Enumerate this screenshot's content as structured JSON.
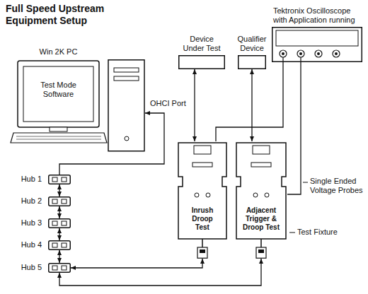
{
  "diagram": {
    "title": "Full Speed Upstream Equipment Setup",
    "nodes": [
      {
        "text": [
          "Win 2K PC",
          "Test Mode Software"
        ]
      },
      {
        "text": [
          "Device Under Test"
        ]
      },
      {
        "text": [
          "Qualifier Device"
        ]
      },
      {
        "text": [
          "Tektronix Oscilloscope with Application running"
        ]
      },
      {
        "text": [
          "Hub 1"
        ]
      },
      {
        "text": [
          "Hub 2"
        ]
      },
      {
        "text": [
          "Hub 3"
        ]
      },
      {
        "text": [
          "Hub 4"
        ]
      },
      {
        "text": [
          "Hub 5"
        ]
      },
      {
        "text": [
          "Inrush Droop Test"
        ]
      },
      {
        "text": [
          "Adjacent Trigger & Droop Test"
        ]
      }
    ],
    "edges": [
      {
        "from": 4,
        "to": 0,
        "arrow": "to"
      },
      {
        "from": 4,
        "to": 5,
        "arrow": "both"
      },
      {
        "from": 5,
        "to": 6,
        "arrow": "both"
      },
      {
        "from": 6,
        "to": 7,
        "arrow": "both"
      },
      {
        "from": 7,
        "to": 8,
        "arrow": "both"
      },
      {
        "from": 1,
        "to": 9,
        "arrow": "both"
      },
      {
        "from": 2,
        "to": 10,
        "arrow": "both"
      },
      {
        "from": 3,
        "to": 9,
        "arrow": "none"
      },
      {
        "from": 3,
        "to": 10,
        "arrow": "none"
      },
      {
        "from": 8,
        "to": 9,
        "arrow": "both"
      },
      {
        "from": 8,
        "to": 10,
        "arrow": "both"
      }
    ],
    "labels": [
      "OHCI Port",
      "Single Ended Voltage Probes",
      "Test Fixture"
    ]
  }
}
